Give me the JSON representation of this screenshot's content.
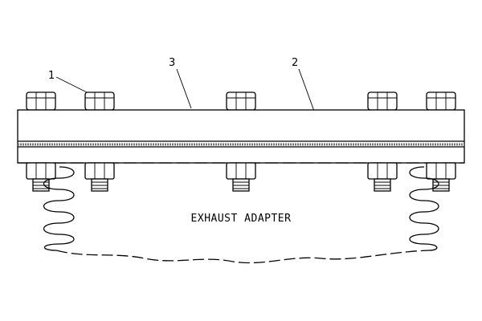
{
  "callouts": [
    "1",
    "3",
    "2"
  ],
  "caption": "EXHAUST ADAPTER",
  "colors": {
    "ink": "#000000",
    "paper": "#ffffff",
    "gasket": "#777777"
  }
}
